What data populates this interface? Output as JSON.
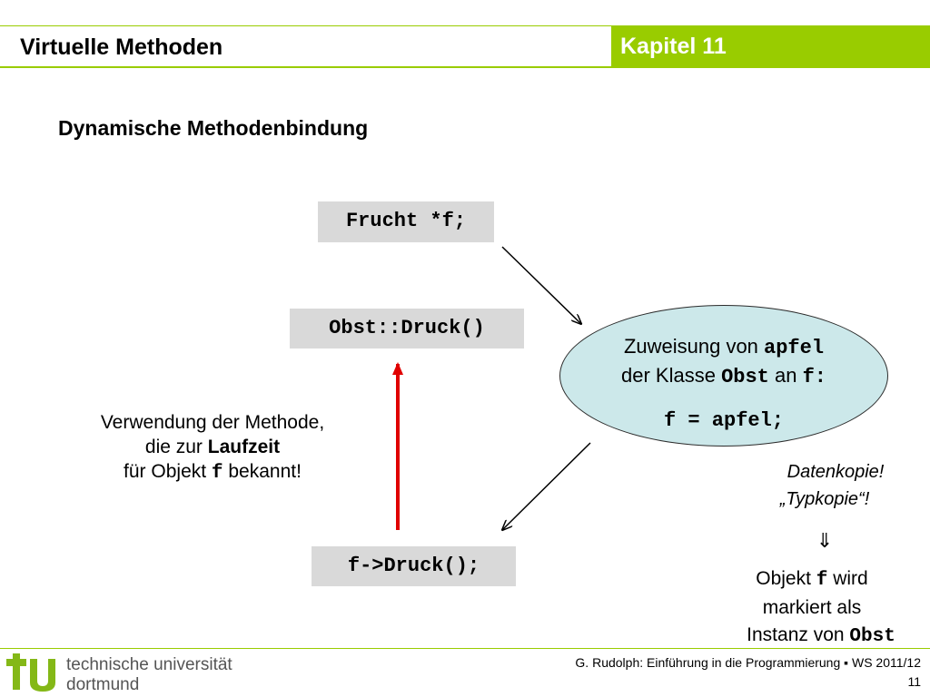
{
  "header": {
    "title": "Virtuelle Methoden",
    "chapter": "Kapitel 11",
    "accent_color": "#99cc00"
  },
  "subtitle": "Dynamische Methodenbindung",
  "boxes": {
    "frucht": "Frucht *f;",
    "obst_druck": "Obst::Druck()",
    "f_druck": "f->Druck();"
  },
  "ellipse": {
    "l1_text": "Zuweisung von ",
    "l1_code": "apfel",
    "l2_text1": "der Klasse ",
    "l2_code1": "Obst",
    "l2_text2": " an ",
    "l2_code2": "f:",
    "l3_code": "f = apfel;",
    "fill_color": "#cce8ea"
  },
  "note_left": {
    "line1": "Verwendung der Methode,",
    "line2_text": "die zur ",
    "line2_bold": "Laufzeit",
    "line3_text1": "für Objekt ",
    "line3_code": "f",
    "line3_text2": " bekannt!"
  },
  "note_right": {
    "data1": "Datenkopie!",
    "data2": "„Typkopie“!",
    "arrow": "⇓",
    "r1_text1": "Objekt ",
    "r1_code": "f",
    "r1_text2": " wird",
    "r2": "markiert als",
    "r3_text": "Instanz von ",
    "r3_code": "Obst"
  },
  "arrow_color_red": "#e00000",
  "footer": {
    "logo_line1": "technische universität",
    "logo_line2": "dortmund",
    "credit": "G. Rudolph: Einführung in die Programmierung ▪ WS 2011/12",
    "page": "11"
  }
}
